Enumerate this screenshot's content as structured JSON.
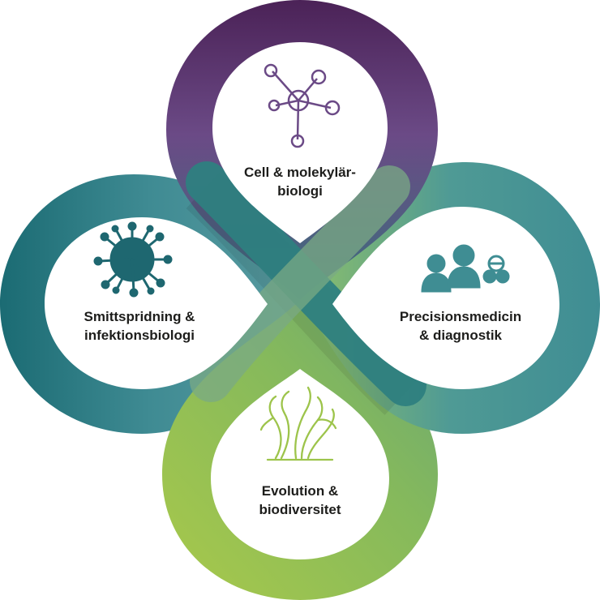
{
  "colors": {
    "top": [
      "#4b2257",
      "#6b4a86",
      "#3a6f7c"
    ],
    "right": [
      "#8dc06a",
      "#4f9a95",
      "#3f8d93"
    ],
    "bottom": [
      "#a9c94a",
      "#85b95c",
      "#6aa774"
    ],
    "left": [
      "#1b6b73",
      "#3f8b93",
      "#5a9ba0"
    ],
    "text": "#1d1d1b",
    "icon_top": "#6b4a86",
    "icon_left": "#1e6770",
    "icon_right": "#3f8d93",
    "icon_bottom": "#9dc44b"
  },
  "areas": {
    "top": {
      "line1": "Cell & molekylär-",
      "line2": "biologi",
      "icon": "molecule-network-icon"
    },
    "left": {
      "line1": "Smittspridning &",
      "line2": "infektionsbiologi",
      "icon": "virus-icon"
    },
    "right": {
      "line1": "Precisionsmedicin",
      "line2": "& diagnostik",
      "icon": "people-and-pills-icon"
    },
    "bottom": {
      "line1": "Evolution &",
      "line2": "biodiversitet",
      "icon": "coral-icon"
    }
  }
}
